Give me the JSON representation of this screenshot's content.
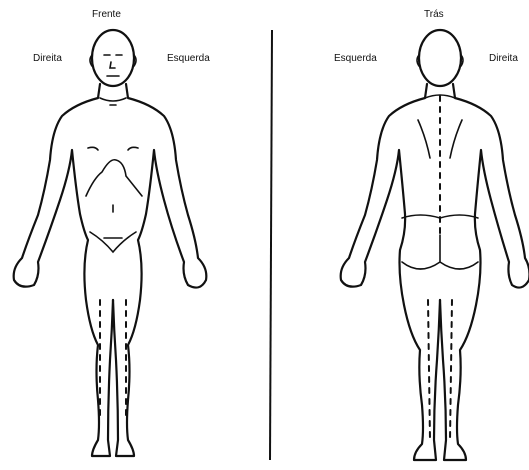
{
  "front": {
    "title": "Frente",
    "side_right": "Direita",
    "side_left": "Esquerda"
  },
  "back": {
    "title": "Trás",
    "side_left": "Esquerda",
    "side_right": "Direita"
  }
}
